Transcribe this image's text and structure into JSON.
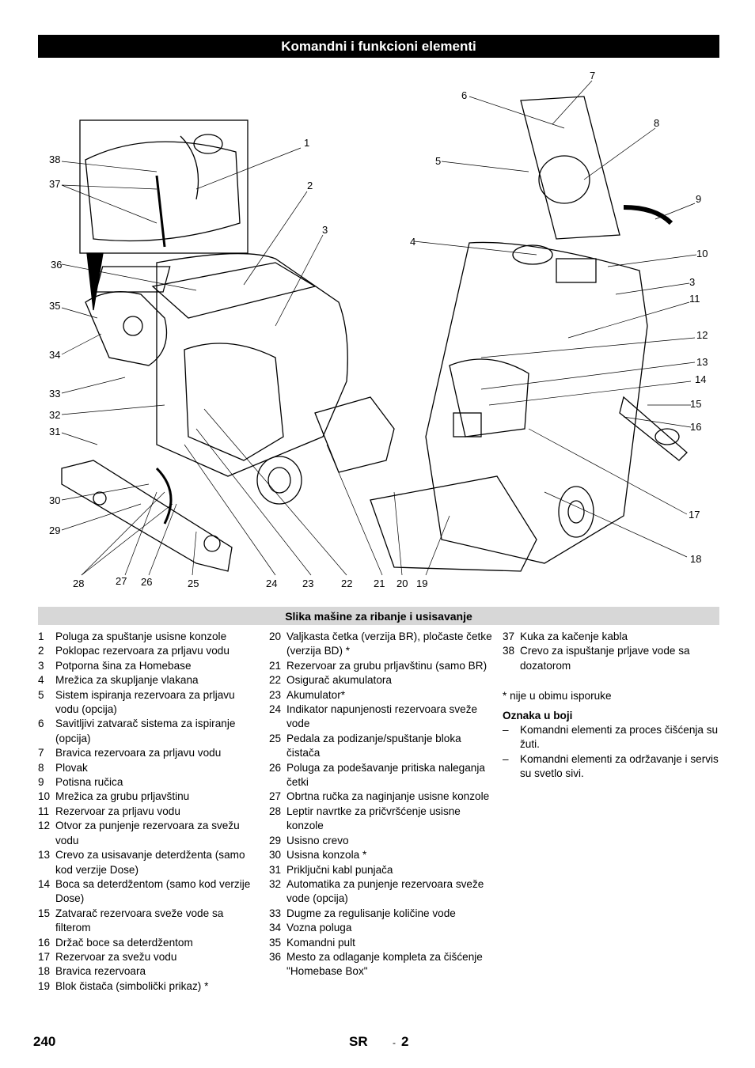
{
  "header": {
    "title": "Komandni i funkcioni elementi"
  },
  "figure": {
    "callouts_left": {
      "c1": "1",
      "c2": "2",
      "c3": "3",
      "c38": "38",
      "c37": "37",
      "c36": "36",
      "c35": "35",
      "c34": "34",
      "c33": "33",
      "c32": "32",
      "c31": "31",
      "c30": "30",
      "c29": "29",
      "c28": "28",
      "c27": "27",
      "c26": "26",
      "c25": "25",
      "c24": "24",
      "c23": "23",
      "c22": "22",
      "c21": "21",
      "c20": "20",
      "c19": "19"
    },
    "callouts_right": {
      "c7": "7",
      "c6": "6",
      "c8": "8",
      "c5": "5",
      "c9": "9",
      "c4": "4",
      "c10": "10",
      "c3b": "3",
      "c11": "11",
      "c12": "12",
      "c13": "13",
      "c14": "14",
      "c15": "15",
      "c16": "16",
      "c17": "17",
      "c18": "18"
    }
  },
  "caption": "Slika mašine za ribanje i usisavanje",
  "legend_col1": [
    {
      "n": "1",
      "t": "Poluga za spuštanje usisne konzole"
    },
    {
      "n": "2",
      "t": "Poklopac rezervoara za prljavu vodu"
    },
    {
      "n": "3",
      "t": "Potporna šina za Homebase"
    },
    {
      "n": "4",
      "t": "Mrežica za skupljanje vlakana"
    },
    {
      "n": "5",
      "t": "Sistem ispiranja rezervoara za prljavu vodu (opcija)"
    },
    {
      "n": "6",
      "t": "Savitljivi zatvarač sistema za ispiranje (opcija)"
    },
    {
      "n": "7",
      "t": "Bravica rezervoara za prljavu vodu"
    },
    {
      "n": "8",
      "t": "Plovak"
    },
    {
      "n": "9",
      "t": "Potisna ručica"
    },
    {
      "n": "10",
      "t": "Mrežica za grubu prljavštinu"
    },
    {
      "n": "11",
      "t": "Rezervoar za prljavu vodu"
    },
    {
      "n": "12",
      "t": "Otvor za punjenje rezervoara za svežu vodu"
    },
    {
      "n": "13",
      "t": "Crevo za usisavanje deterdženta (samo kod verzije Dose)"
    },
    {
      "n": "14",
      "t": "Boca sa deterdžentom (samo kod verzije Dose)"
    },
    {
      "n": "15",
      "t": "Zatvarač rezervoara sveže vode sa filterom"
    },
    {
      "n": "16",
      "t": "Držač boce sa deterdžentom"
    },
    {
      "n": "17",
      "t": "Rezervoar za svežu vodu"
    },
    {
      "n": "18",
      "t": "Bravica rezervoara"
    },
    {
      "n": "19",
      "t": "Blok čistača (simbolički prikaz) *"
    }
  ],
  "legend_col2": [
    {
      "n": "20",
      "t": "Valjkasta četka (verzija BR), pločaste četke (verzija BD) *"
    },
    {
      "n": "21",
      "t": "Rezervoar za grubu prljavštinu (samo BR)"
    },
    {
      "n": "22",
      "t": "Osigurač akumulatora"
    },
    {
      "n": "23",
      "t": "Akumulator*"
    },
    {
      "n": "24",
      "t": "Indikator napunjenosti rezervoara sveže vode"
    },
    {
      "n": "25",
      "t": "Pedala za podizanje/spuštanje bloka čistača"
    },
    {
      "n": "26",
      "t": "Poluga za podešavanje pritiska naleganja četki"
    },
    {
      "n": "27",
      "t": "Obrtna ručka za naginjanje usisne konzole"
    },
    {
      "n": "28",
      "t": "Leptir navrtke za pričvršćenje usisne konzole"
    },
    {
      "n": "29",
      "t": "Usisno crevo"
    },
    {
      "n": "30",
      "t": "Usisna konzola *"
    },
    {
      "n": "31",
      "t": "Priključni kabl punjača"
    },
    {
      "n": "32",
      "t": "Automatika za punjenje rezervoara sveže vode (opcija)"
    },
    {
      "n": "33",
      "t": "Dugme za regulisanje količine vode"
    },
    {
      "n": "34",
      "t": "Vozna poluga"
    },
    {
      "n": "35",
      "t": "Komandni pult"
    },
    {
      "n": "36",
      "t": "Mesto za odlaganje kompleta za čišćenje \"Homebase Box\""
    }
  ],
  "legend_col3": [
    {
      "n": "37",
      "t": "Kuka za kačenje kabla"
    },
    {
      "n": "38",
      "t": "Crevo za ispuštanje prljave vode sa dozatorom"
    }
  ],
  "note": "* nije u obimu isporuke",
  "color_section": {
    "title": "Oznaka u boji",
    "items": [
      {
        "dash": "–",
        "t": "Komandni elementi za proces čišćenja su žuti."
      },
      {
        "dash": "–",
        "t": "Komandni elementi za održavanje i servis su svetlo sivi."
      }
    ]
  },
  "footer": {
    "page_number": "240",
    "lang": "SR",
    "sep": "-",
    "sub_page": "2"
  }
}
